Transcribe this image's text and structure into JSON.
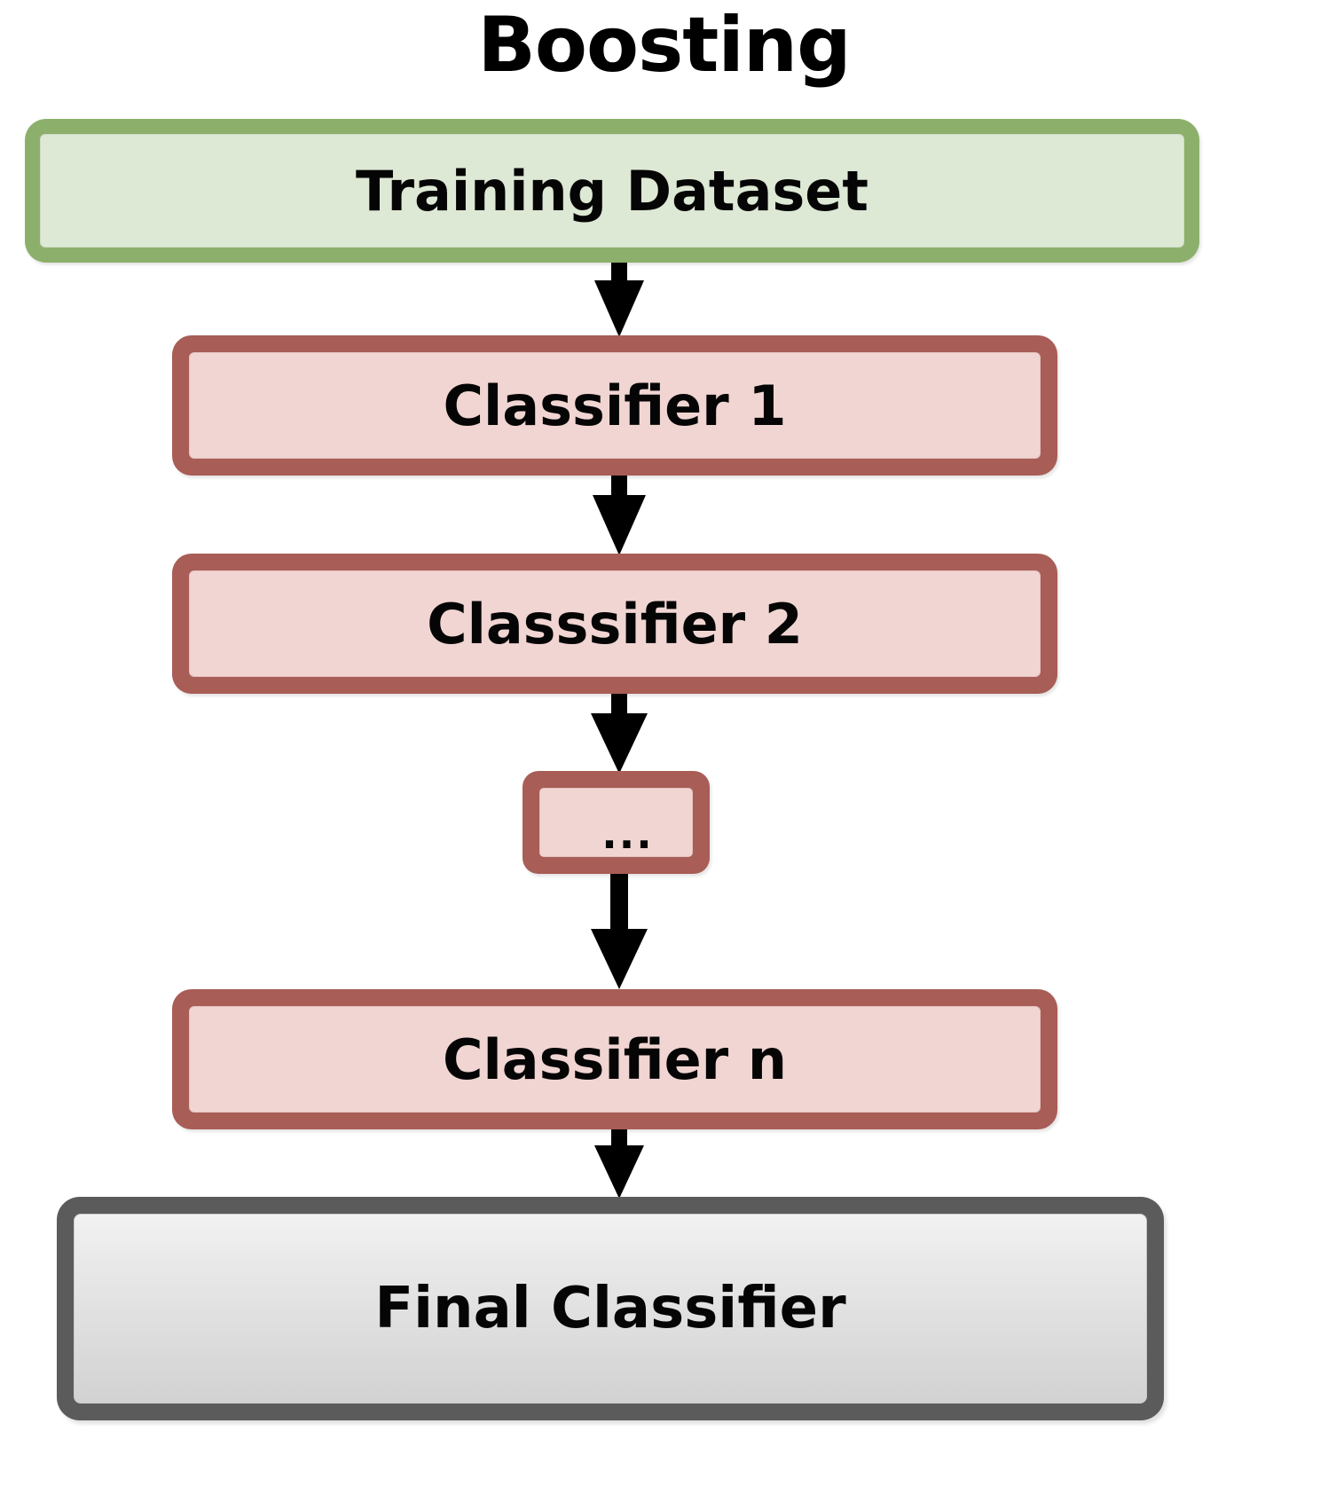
{
  "diagram": {
    "title": "Boosting",
    "nodes": [
      {
        "id": "dataset",
        "label": "Training Dataset",
        "kind": "dataset",
        "border_color": "#8cb06b",
        "fill_color": "#dde8d5"
      },
      {
        "id": "clf1",
        "label": "Classifier 1",
        "kind": "classifier",
        "border_color": "#a85d56",
        "fill_color": "#f1d5d2"
      },
      {
        "id": "clf2",
        "label": "Classsifier 2",
        "kind": "classifier",
        "border_color": "#a85d56",
        "fill_color": "#f1d5d2"
      },
      {
        "id": "ellipsis",
        "label": "...",
        "kind": "classifier",
        "border_color": "#a85d56",
        "fill_color": "#f1d5d2"
      },
      {
        "id": "clfn",
        "label": "Classifier n",
        "kind": "classifier",
        "border_color": "#a85d56",
        "fill_color": "#f1d5d2"
      },
      {
        "id": "final",
        "label": "Final Classifier",
        "kind": "final",
        "border_color": "#5b5b5b",
        "fill_color": "#e8e8e8"
      }
    ],
    "edges": [
      {
        "id": "edge-dataset-clf1",
        "from": "dataset",
        "to": "clf1",
        "style": "solid-arrow",
        "color": "#000000"
      },
      {
        "id": "edge-clf1-clf2",
        "from": "clf1",
        "to": "clf2",
        "style": "solid-arrow",
        "color": "#000000"
      },
      {
        "id": "edge-clf2-ellipsis",
        "from": "clf2",
        "to": "ellipsis",
        "style": "solid-arrow",
        "color": "#000000"
      },
      {
        "id": "edge-ellipsis-clfn",
        "from": "ellipsis",
        "to": "clfn",
        "style": "solid-arrow",
        "color": "#000000"
      },
      {
        "id": "edge-clfn-final",
        "from": "clfn",
        "to": "final",
        "style": "solid-arrow",
        "color": "#000000"
      }
    ],
    "background_color": "#ffffff"
  }
}
